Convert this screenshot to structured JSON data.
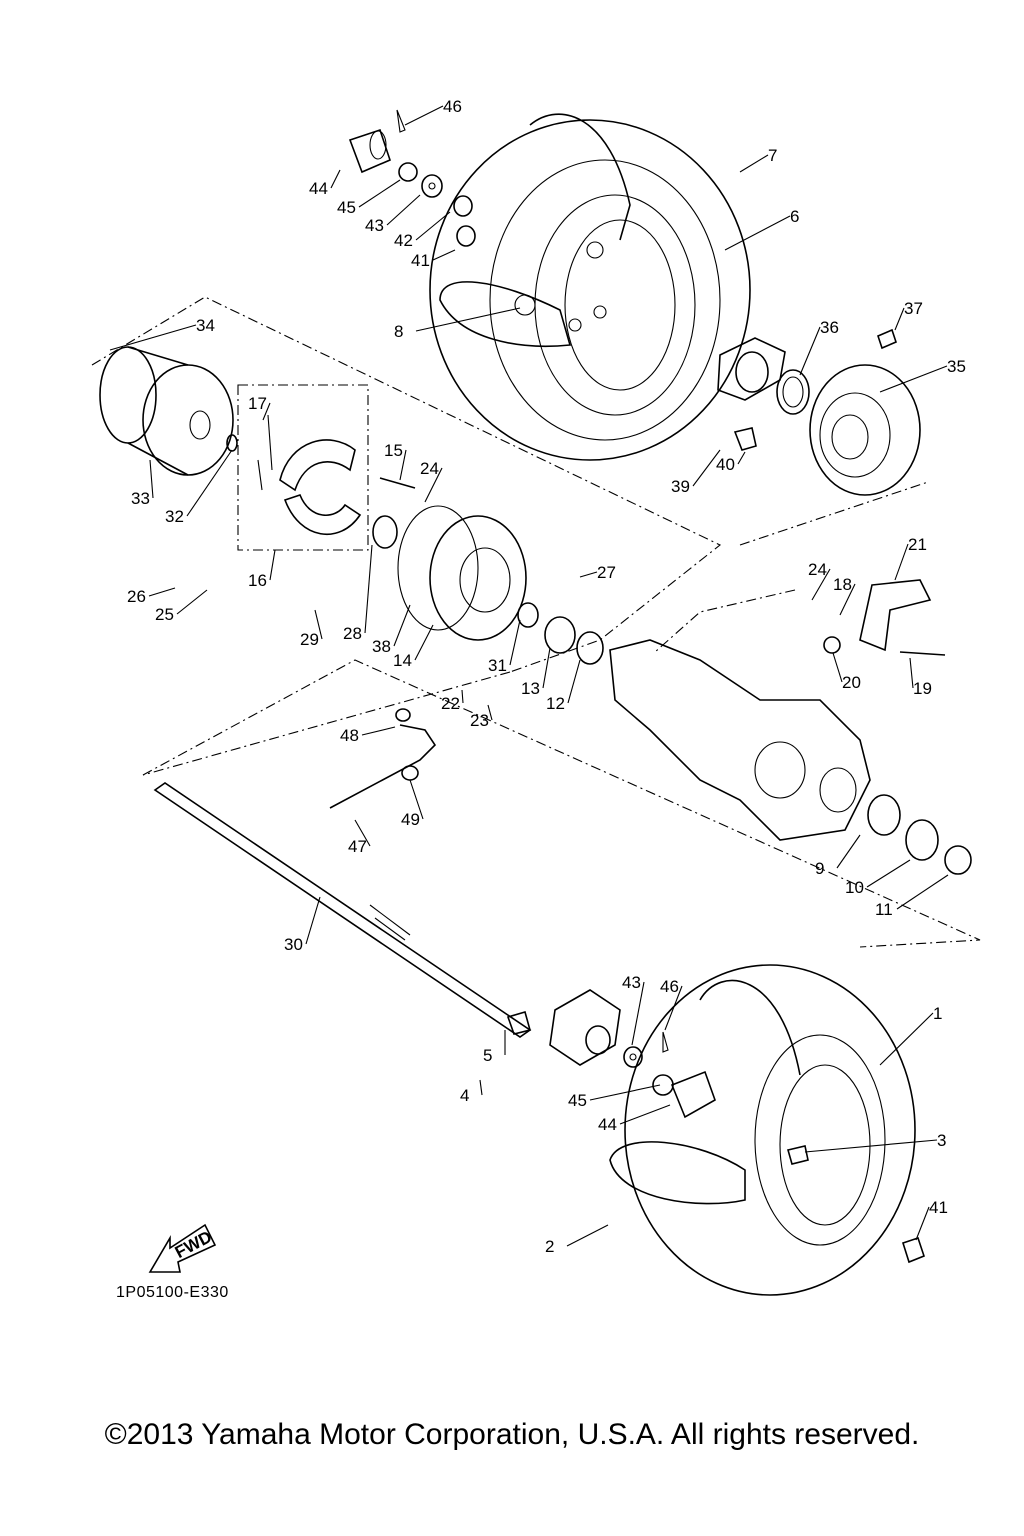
{
  "diagram": {
    "drawing_code": "1P05100-E330",
    "direction_marker": "FWD",
    "copyright": "©2013 Yamaha Motor Corporation, U.S.A. All rights reserved.",
    "callouts": [
      "46",
      "7",
      "44",
      "45",
      "43",
      "42",
      "6",
      "41",
      "37",
      "8",
      "34",
      "36",
      "35",
      "17",
      "15",
      "24",
      "40",
      "33",
      "32",
      "39",
      "21",
      "27",
      "24",
      "18",
      "16",
      "26",
      "25",
      "29",
      "28",
      "38",
      "14",
      "31",
      "13",
      "12",
      "20",
      "19",
      "22",
      "23",
      "48",
      "9",
      "10",
      "11",
      "47",
      "49",
      "30",
      "43",
      "46",
      "1",
      "5",
      "4",
      "45",
      "44",
      "3",
      "41",
      "2"
    ]
  }
}
